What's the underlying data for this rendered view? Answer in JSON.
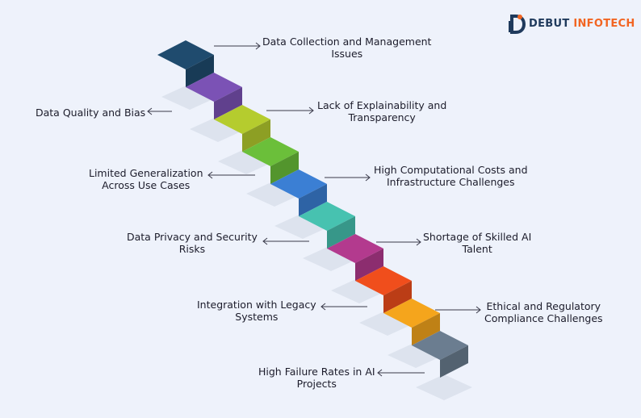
{
  "brand": {
    "name_part1": "DEBUT",
    "name_part2": "INFOTECH",
    "primary_color": "#1f3a5c",
    "accent_color": "#f26522"
  },
  "steps": [
    {
      "line1": "Data Collection and Management",
      "line2": "Issues",
      "color": "#1f4b6e"
    },
    {
      "line1": "Data Quality and Bias",
      "line2": "",
      "color": "#7b52b5"
    },
    {
      "line1": "Lack of Explainability and",
      "line2": "Transparency",
      "color": "#b5cc2e"
    },
    {
      "line1": "Limited Generalization",
      "line2": "Across Use Cases",
      "color": "#6bbf3a"
    },
    {
      "line1": "High Computational Costs and",
      "line2": "Infrastructure Challenges",
      "color": "#3b7fd4"
    },
    {
      "line1": "Data Privacy and Security",
      "line2": "Risks",
      "color": "#47c2b0"
    },
    {
      "line1": "Shortage of Skilled AI",
      "line2": "Talent",
      "color": "#b33a8e"
    },
    {
      "line1": "Integration with Legacy",
      "line2": "Systems",
      "color": "#f04e1c"
    },
    {
      "line1": "Ethical and Regulatory",
      "line2": "Compliance Challenges",
      "color": "#f5a51c"
    },
    {
      "line1": "High Failure Rates in AI",
      "line2": "Projects",
      "color": "#6b7d90"
    }
  ]
}
